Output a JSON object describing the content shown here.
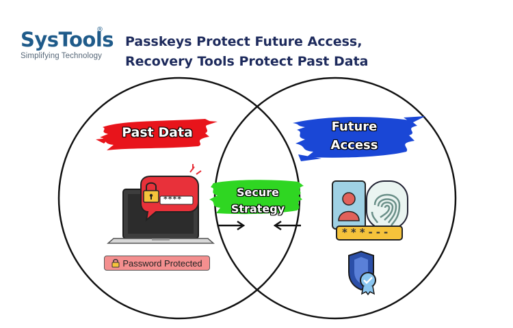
{
  "brand": {
    "name": "SysTools",
    "registered": "®",
    "tagline": "Simplifying Technology",
    "color": "#1f5b8a"
  },
  "headline": {
    "line1": "Passkeys Protect Future Access,",
    "line2": "Recovery Tools Protect Past Data",
    "color": "#1d2a5c"
  },
  "left_circle": {
    "label": "Past Data",
    "brush_color": "#e8141b",
    "icons": [
      "laptop-icon",
      "padlock-chat-bubble-icon"
    ],
    "password_mask": "****",
    "badge": "Password Protected",
    "badge_color": "#f48f8f"
  },
  "right_circle": {
    "label_line1": "Future",
    "label_line2": "Access",
    "brush_color": "#1a47d6",
    "icons": [
      "id-card-icon",
      "fingerprint-icon",
      "shield-check-icon"
    ],
    "password_mask": "***---"
  },
  "intersection": {
    "label_line1": "Secure",
    "label_line2": "Strategy",
    "brush_color": "#2fd622"
  }
}
